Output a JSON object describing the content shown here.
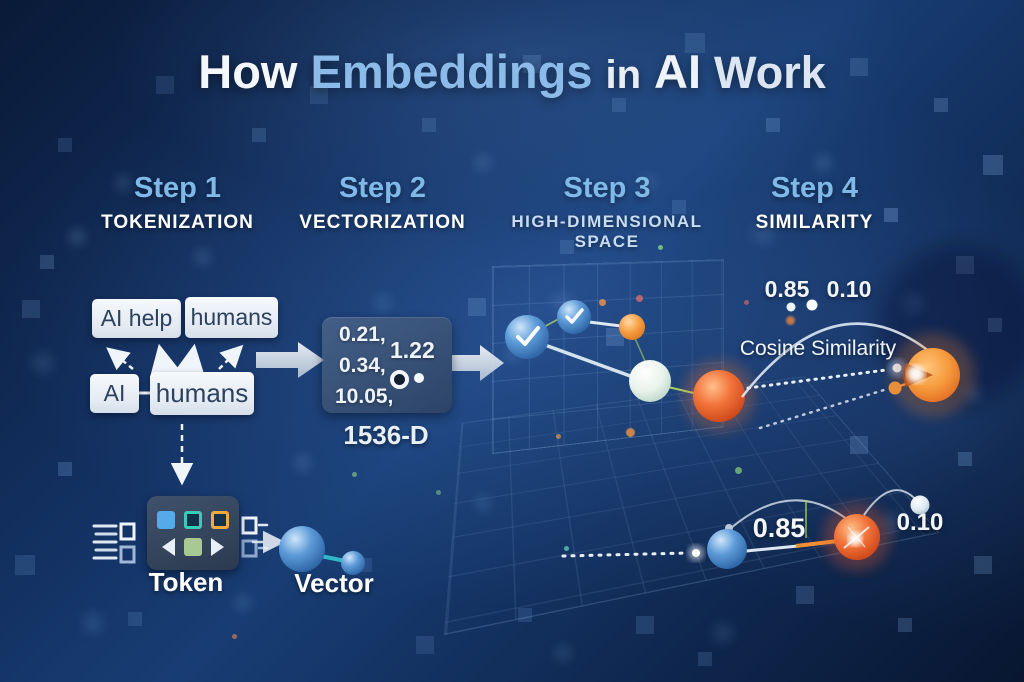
{
  "title": {
    "how": "How",
    "embeddings": "Embeddings",
    "in": "in",
    "ai": "AI",
    "work": "Work"
  },
  "steps": [
    {
      "label": "Step 1",
      "caption": "TOKENIZATION"
    },
    {
      "label": "Step 2",
      "caption": "VECTORIZATION"
    },
    {
      "label": "Step 3",
      "caption": "HIGH-DIMENSIONAL SPACE"
    },
    {
      "label": "Step 4",
      "caption": "SIMILARITY"
    }
  ],
  "tokenization": {
    "top_tokens": [
      "AI help",
      "humans"
    ],
    "bottom_tokens": [
      "AI",
      "humans"
    ],
    "icon_label": "Token"
  },
  "vectorization": {
    "values_left": [
      "0.21,",
      "0.34,",
      "10.05,"
    ],
    "value_right": "1.22",
    "dimension": "1536-D",
    "vector_label": "Vector"
  },
  "similarity_top": {
    "high": "0.85",
    "low": "0.10",
    "cosine_label": "Cosine Similarity"
  },
  "similarity_bottom": {
    "high": "0.85",
    "low": "0.10"
  },
  "colors": {
    "background_top": "#0a1a38",
    "background_mid": "#183d74",
    "title_highlight": "#8dbbe9",
    "step_label": "#7fb9e8",
    "caption": "#ffffff",
    "token_box_bg": "#eef3f8",
    "token_text": "#2c415e",
    "orange_sphere": "#ee7733",
    "red_sphere": "#d94f1e",
    "blue_sphere": "#3f7fc4",
    "teal_line": "#2fb8c9",
    "green_line": "#a5cf63"
  }
}
